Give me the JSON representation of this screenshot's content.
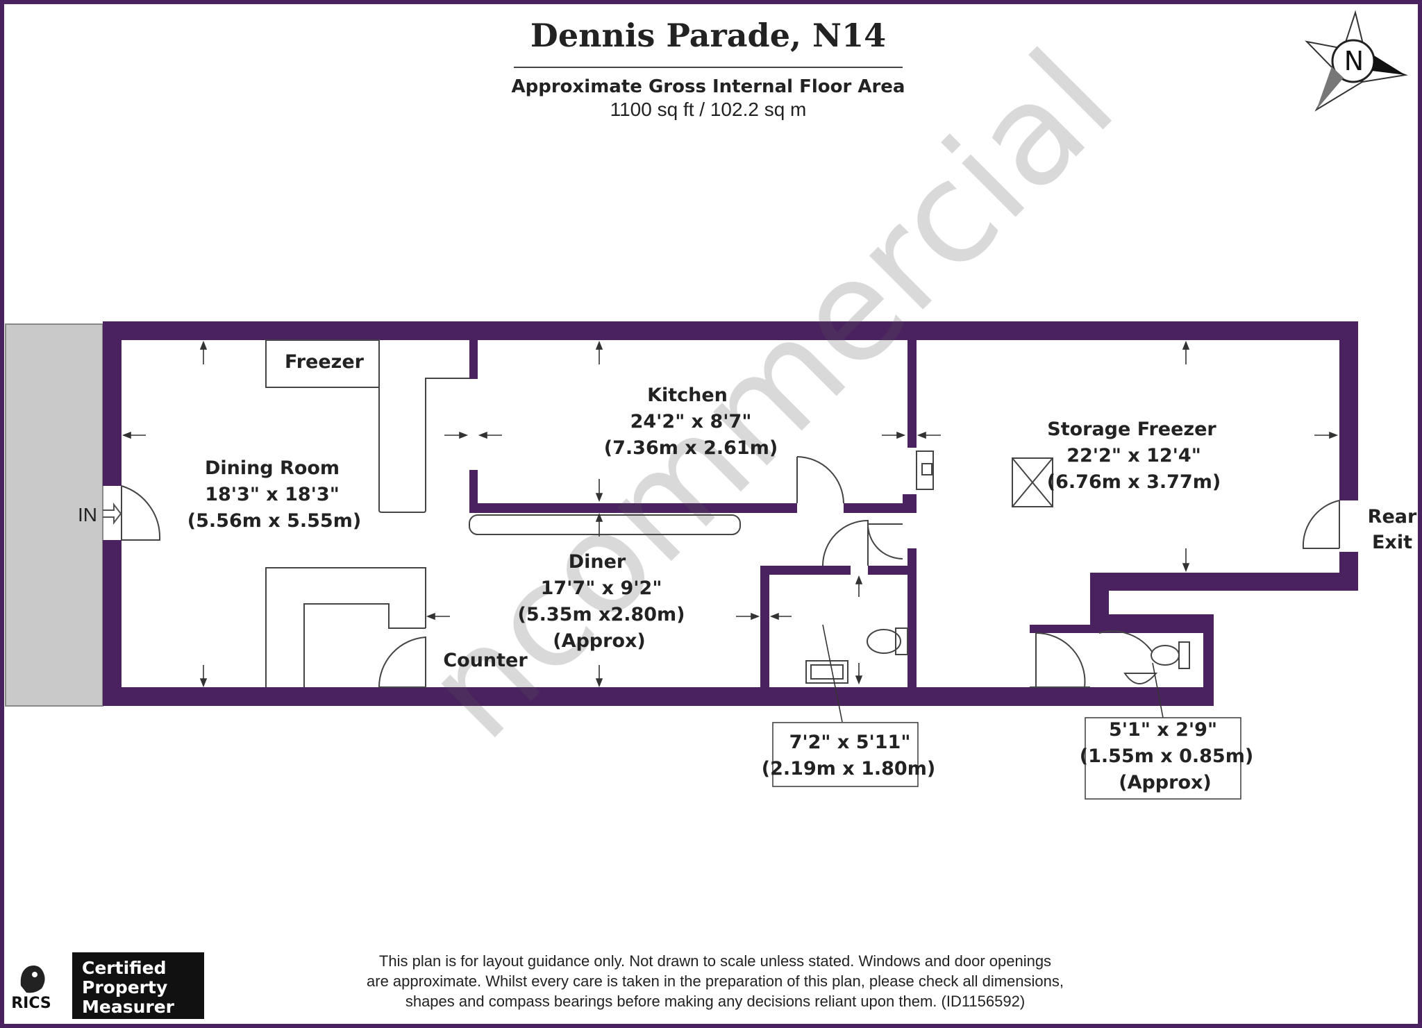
{
  "header": {
    "title": "Dennis Parade, N14",
    "subtitle": "Approximate Gross Internal Floor Area",
    "area": "1100 sq ft / 102.2 sq m"
  },
  "compass": {
    "label": "N"
  },
  "rooms": {
    "dining": {
      "name": "Dining Room",
      "imperial": "18'3\" x 18'3\"",
      "metric": "(5.56m x 5.55m)"
    },
    "freezer": {
      "name": "Freezer"
    },
    "kitchen": {
      "name": "Kitchen",
      "imperial": "24'2\" x 8'7\"",
      "metric": "(7.36m x 2.61m)"
    },
    "diner": {
      "name": "Diner",
      "imperial": "17'7\" x 9'2\"",
      "metric": "(5.35m x2.80m)",
      "note": "(Approx)"
    },
    "counter": {
      "name": "Counter"
    },
    "storage": {
      "name": "Storage Freezer",
      "imperial": "22'2\" x 12'4\"",
      "metric": "(6.76m x 3.77m)"
    },
    "wc1": {
      "imperial": "7'2\" x 5'11\"",
      "metric": "(2.19m x 1.80m)"
    },
    "wc2": {
      "imperial": "5'1\" x 2'9\"",
      "metric": "(1.55m x 0.85m)",
      "note": "(Approx)"
    }
  },
  "entrances": {
    "front": "IN",
    "rear_line1": "Rear",
    "rear_line2": "Exit"
  },
  "watermark": "ncommercial",
  "disclaimer": {
    "line1": "This plan is for layout guidance only. Not drawn to scale unless stated. Windows and door openings",
    "line2": "are approximate. Whilst every care is taken in the preparation of this plan, please check all dimensions,",
    "line3": "shapes and compass bearings before making any decisions reliant upon them. (ID1156592)"
  },
  "badge": {
    "rics": "RICS",
    "line1": "Certified",
    "line2": "Property",
    "line3": "Measurer"
  },
  "colors": {
    "wall": "#4b2260",
    "border": "#4b2260",
    "frontage": "#c9c9c9",
    "text": "#222222"
  }
}
